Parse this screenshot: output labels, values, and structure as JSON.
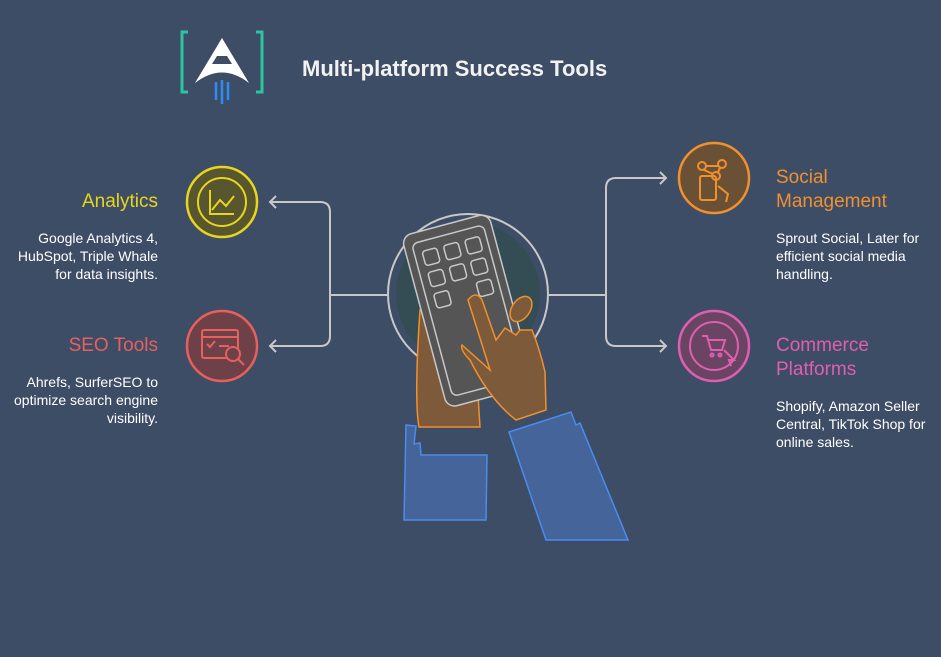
{
  "title": "Multi-platform Success Tools",
  "colors": {
    "background": "#3e4d66",
    "analytics": "#e8d51e",
    "seo": "#e8605c",
    "social": "#f0902e",
    "commerce": "#e05eb0"
  },
  "items": [
    {
      "name": "Analytics",
      "description": [
        "Google Analytics 4,",
        "HubSpot, Triple Whale",
        "for data insights."
      ],
      "icon": "line-chart-icon"
    },
    {
      "name": "SEO Tools",
      "description": [
        "Ahrefs, SurferSEO to",
        "optimize search engine",
        "visibility."
      ],
      "icon": "seo-search-icon"
    },
    {
      "name": [
        "Social",
        "Management"
      ],
      "description": [
        "Sprout Social, Later for",
        "efficient social media",
        "handling."
      ],
      "icon": "social-network-icon"
    },
    {
      "name": [
        "Commerce",
        "Platforms"
      ],
      "description": [
        "Shopify, Amazon Seller",
        "Central, TikTok Shop for",
        "online sales."
      ],
      "icon": "shopping-cart-icon"
    }
  ]
}
